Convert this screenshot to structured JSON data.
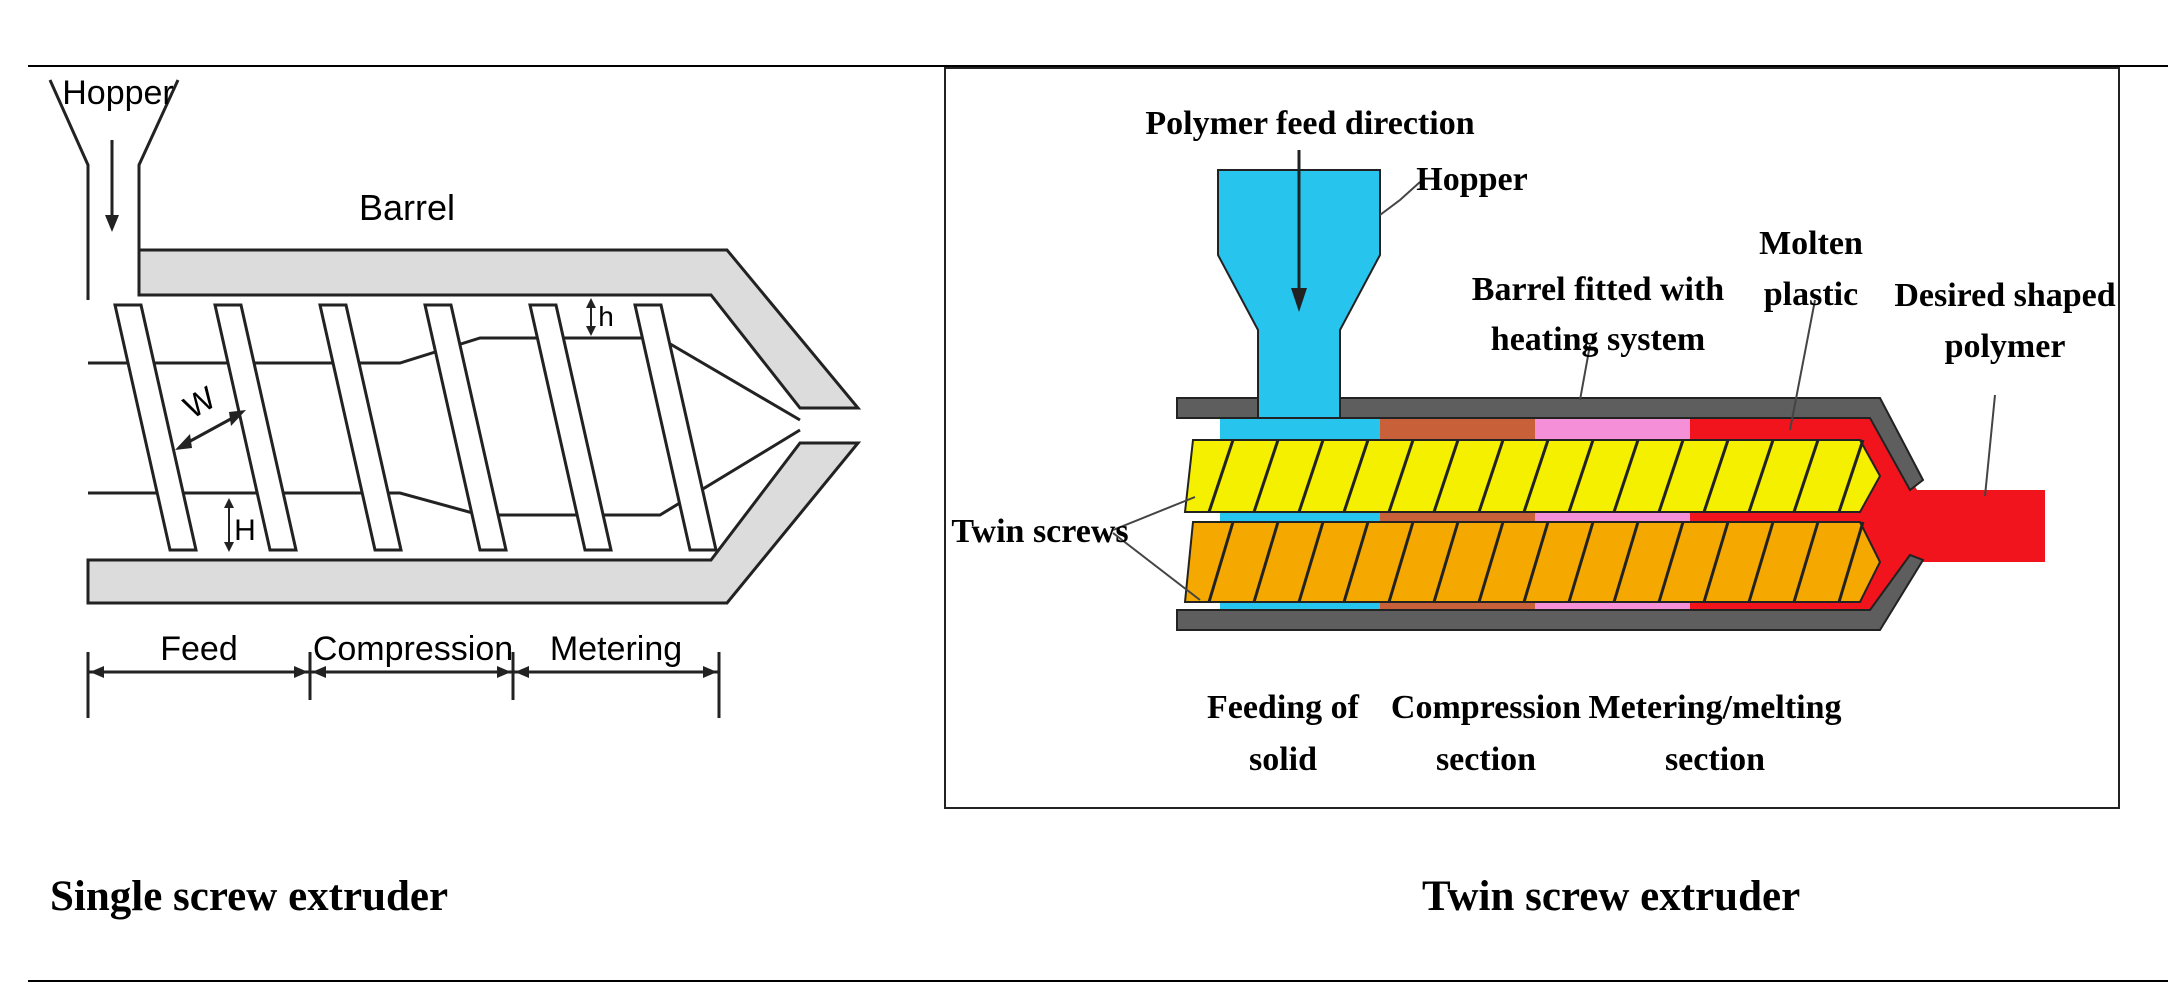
{
  "single": {
    "caption": "Single screw extruder",
    "labels": {
      "hopper": "Hopper",
      "barrel": "Barrel",
      "w": "W",
      "h_small": "h",
      "h_large": "H",
      "feed": "Feed",
      "compression": "Compression",
      "metering": "Metering"
    }
  },
  "twin": {
    "caption": "Twin screw extruder",
    "labels": {
      "feed_direction": "Polymer feed direction",
      "hopper": "Hopper",
      "barrel_line1": "Barrel fitted with",
      "barrel_line2": "heating system",
      "molten_line1": "Molten",
      "molten_line2": "plastic",
      "desired_line1": "Desired shaped",
      "desired_line2": "polymer",
      "twin_screws": "Twin screws",
      "feeding_line1": "Feeding of",
      "feeding_line2": "solid",
      "compression_line1": "Compression",
      "compression_line2": "section",
      "metering_line1": "Metering/melting",
      "metering_line2": "section"
    },
    "colors": {
      "hopper": "#27c4ee",
      "compression": "#c8603a",
      "metering": "#f58fd8",
      "molten": "#f2141c",
      "upper_screw": "#f5f000",
      "lower_screw": "#f5a800",
      "barrel": "#5a5a5a"
    }
  }
}
